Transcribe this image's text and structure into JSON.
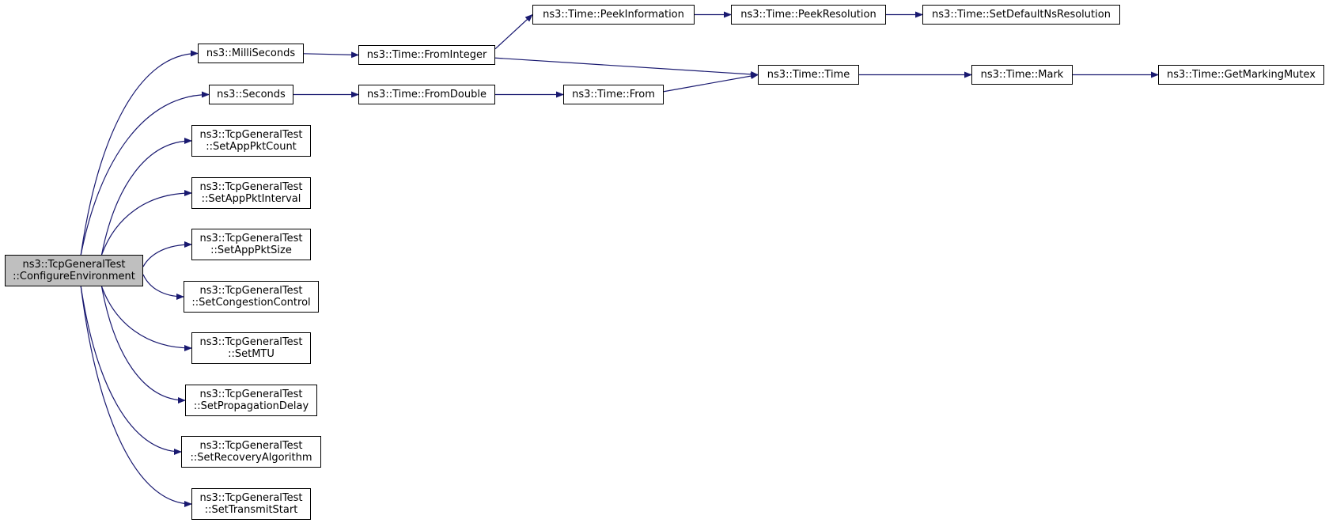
{
  "colors": {
    "edge": "#191970",
    "root_fill": "#bfbfbf",
    "node_fill": "#ffffff",
    "border": "#000000"
  },
  "nodes": {
    "configure": {
      "line1": "ns3::TcpGeneralTest",
      "line2": "::ConfigureEnvironment"
    },
    "milli": {
      "line1": "ns3::MilliSeconds"
    },
    "seconds": {
      "line1": "ns3::Seconds"
    },
    "setapppktcount": {
      "line1": "ns3::TcpGeneralTest",
      "line2": "::SetAppPktCount"
    },
    "setapppktinterval": {
      "line1": "ns3::TcpGeneralTest",
      "line2": "::SetAppPktInterval"
    },
    "setapppktsize": {
      "line1": "ns3::TcpGeneralTest",
      "line2": "::SetAppPktSize"
    },
    "setcongestion": {
      "line1": "ns3::TcpGeneralTest",
      "line2": "::SetCongestionControl"
    },
    "setmtu": {
      "line1": "ns3::TcpGeneralTest",
      "line2": "::SetMTU"
    },
    "setpropagation": {
      "line1": "ns3::TcpGeneralTest",
      "line2": "::SetPropagationDelay"
    },
    "setrecovery": {
      "line1": "ns3::TcpGeneralTest",
      "line2": "::SetRecoveryAlgorithm"
    },
    "settransmit": {
      "line1": "ns3::TcpGeneralTest",
      "line2": "::SetTransmitStart"
    },
    "frominteger": {
      "line1": "ns3::Time::FromInteger"
    },
    "fromdouble": {
      "line1": "ns3::Time::FromDouble"
    },
    "peekinfo": {
      "line1": "ns3::Time::PeekInformation"
    },
    "from": {
      "line1": "ns3::Time::From"
    },
    "peekres": {
      "line1": "ns3::Time::PeekResolution"
    },
    "time": {
      "line1": "ns3::Time::Time"
    },
    "setdefault": {
      "line1": "ns3::Time::SetDefaultNsResolution"
    },
    "mark": {
      "line1": "ns3::Time::Mark"
    },
    "mutex": {
      "line1": "ns3::Time::GetMarkingMutex"
    }
  },
  "edges": [
    [
      "configure",
      "milli"
    ],
    [
      "configure",
      "seconds"
    ],
    [
      "configure",
      "setapppktcount"
    ],
    [
      "configure",
      "setapppktinterval"
    ],
    [
      "configure",
      "setapppktsize"
    ],
    [
      "configure",
      "setcongestion"
    ],
    [
      "configure",
      "setmtu"
    ],
    [
      "configure",
      "setpropagation"
    ],
    [
      "configure",
      "setrecovery"
    ],
    [
      "configure",
      "settransmit"
    ],
    [
      "milli",
      "frominteger"
    ],
    [
      "seconds",
      "fromdouble"
    ],
    [
      "frominteger",
      "peekinfo"
    ],
    [
      "frominteger",
      "time"
    ],
    [
      "fromdouble",
      "from"
    ],
    [
      "from",
      "time"
    ],
    [
      "peekinfo",
      "peekres"
    ],
    [
      "peekres",
      "setdefault"
    ],
    [
      "time",
      "mark"
    ],
    [
      "mark",
      "mutex"
    ]
  ]
}
